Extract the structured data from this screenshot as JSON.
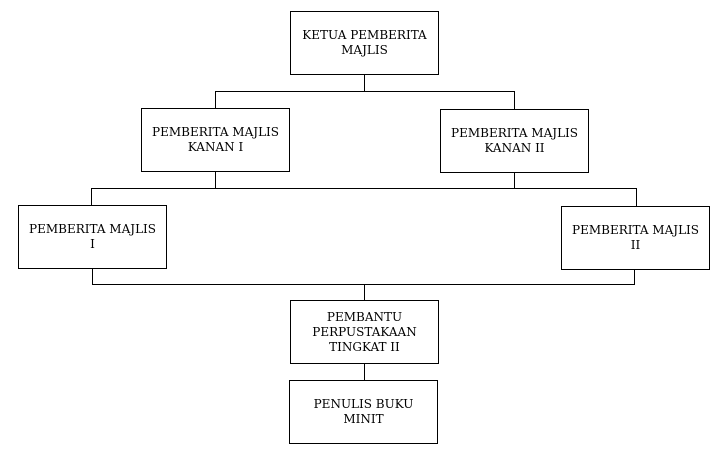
{
  "org_chart": {
    "nodes": {
      "ketua": "KETUA PEMBERITA\nMAJLIS",
      "kanan_1": "PEMBERITA MAJLIS\nKANAN I",
      "kanan_2": "PEMBERITA MAJLIS\nKANAN II",
      "majlis_1": "PEMBERITA MAJLIS I",
      "majlis_2": "PEMBERITA MAJLIS II",
      "pembantu": "PEMBANTU\nPERPUSTAKAAN\nTINGKAT II",
      "penulis": "PENULIS BUKU MINIT"
    },
    "line_color": "#000000",
    "box_border_color": "#000000"
  }
}
